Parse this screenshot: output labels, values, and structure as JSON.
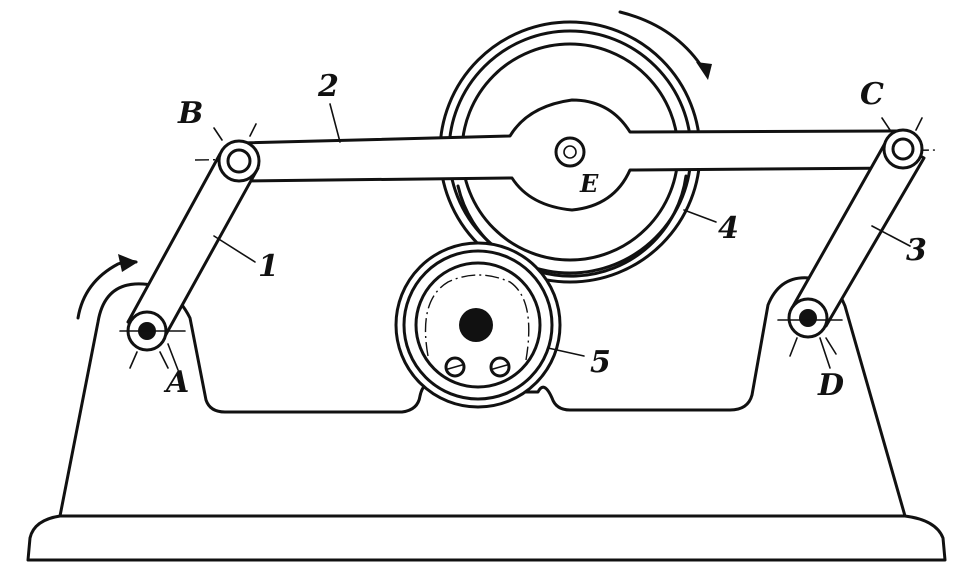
{
  "diagram": {
    "points": {
      "A": "A",
      "B": "B",
      "C": "C",
      "D": "D",
      "E": "E"
    },
    "parts": {
      "link_1": "1",
      "link_2": "2",
      "link_3": "3",
      "wheel_4": "4",
      "wheel_5": "5"
    }
  }
}
